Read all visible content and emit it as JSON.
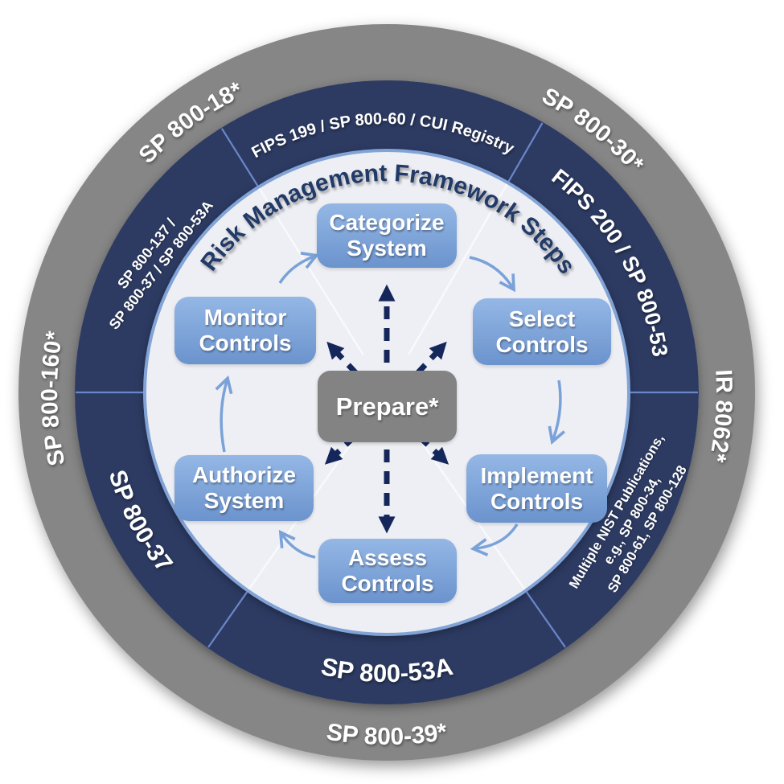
{
  "figure": {
    "title_arc": "Risk Management Framework Steps",
    "center_box": {
      "label": "Prepare*"
    },
    "steps": [
      {
        "id": "categorize",
        "line1": "Categorize",
        "line2": "System"
      },
      {
        "id": "select",
        "line1": "Select",
        "line2": "Controls"
      },
      {
        "id": "implement",
        "line1": "Implement",
        "line2": "Controls"
      },
      {
        "id": "assess",
        "line1": "Assess",
        "line2": "Controls"
      },
      {
        "id": "authorize",
        "line1": "Authorize",
        "line2": "System"
      },
      {
        "id": "monitor",
        "line1": "Monitor",
        "line2": "Controls"
      }
    ],
    "inner_ring": {
      "top": "FIPS 199 / SP 800-60 / CUI Registry",
      "upper_right": "FIPS 200 / SP 800-53",
      "lower_right_lines": [
        "Multiple NIST Publications,",
        "e.g., SP 800-34,",
        "SP 800-61, SP 800-128"
      ],
      "bottom": "SP 800-53A",
      "lower_left": "SP 800-37",
      "upper_left_lines": [
        "SP 800-137 /",
        "SP 800-37 / SP 800-53A"
      ]
    },
    "outer_ring": {
      "top_left": "SP 800-18*",
      "top_right": "SP 800-30*",
      "right": "IR 8062*",
      "bottom": "SP 800-39*",
      "left": "SP 800-160*"
    },
    "colors": {
      "outer_ring_gray": "#868686",
      "inner_ring_navy": "#2d3b63",
      "inner_disc": "#edeff4",
      "disc_border": "#82a3d6",
      "segment_divider": "#6a87c8",
      "step_box_top": "#94b7e5",
      "step_box_bottom": "#6b93cd",
      "prepare_box": "#838383",
      "dashed_arrow_navy": "#15265b",
      "cycle_arrow_blue": "#7aa2d8",
      "title_navy": "#223a68"
    }
  }
}
